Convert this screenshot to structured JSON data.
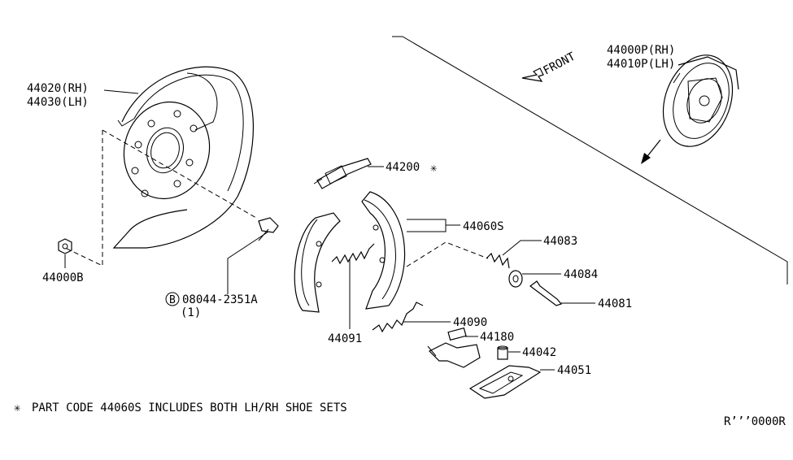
{
  "labels": {
    "backing_plate_rh": "44020(RH)",
    "backing_plate_lh": "44030(LH)",
    "nut": "44000B",
    "bolt": "08044-2351A",
    "bolt_qty": "(1)",
    "bolt_circle": "B",
    "adjuster": "44200",
    "adjuster_mark": "✳",
    "shoe_set": "44060S",
    "spring_83": "44083",
    "washer": "44084",
    "pin": "44081",
    "spring_90": "44090",
    "spring_91": "44091",
    "lever": "44180",
    "cap": "44042",
    "strut": "44051",
    "assy_rh": "44000P(RH)",
    "assy_lh": "44010P(LH)",
    "front": "FRONT"
  },
  "footnote": {
    "mark": "✳",
    "text": "PART CODE 44060S INCLUDES BOTH LH/RH SHOE SETS"
  },
  "ref_code": "R’’’0000R"
}
